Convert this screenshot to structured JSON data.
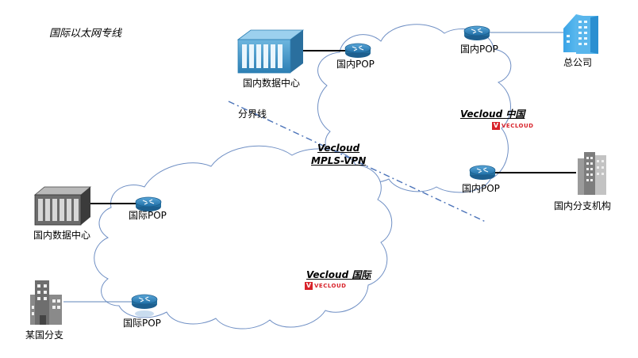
{
  "title": "国际以太网专线",
  "demarcation_label": "分界线",
  "mpls": {
    "line1": "Vecloud",
    "line2": "MPLS-VPN"
  },
  "china_cloud": {
    "label": "Vecloud  中国",
    "logo_text": "VECLOUD"
  },
  "intl_cloud": {
    "label": "Vecloud  国际",
    "logo_text": "VECLOUD"
  },
  "nodes": {
    "dc_domestic_top": "国内数据中心",
    "pop_domestic_top_left": "国内POP",
    "pop_domestic_top_right": "国内POP",
    "headquarters": "总公司",
    "pop_domestic_bottom": "国内POP",
    "domestic_branch": "国内分支机构",
    "dc_domestic_left": "国内数据中心",
    "pop_intl_top": "国际POP",
    "pop_intl_bottom": "国际POP",
    "foreign_branch": "某国分支"
  },
  "colors": {
    "cloud_stroke": "#6f8fc4",
    "demarcation": "#4a72b8",
    "router": "#2f7fb7",
    "brand_red": "#d8222a"
  }
}
